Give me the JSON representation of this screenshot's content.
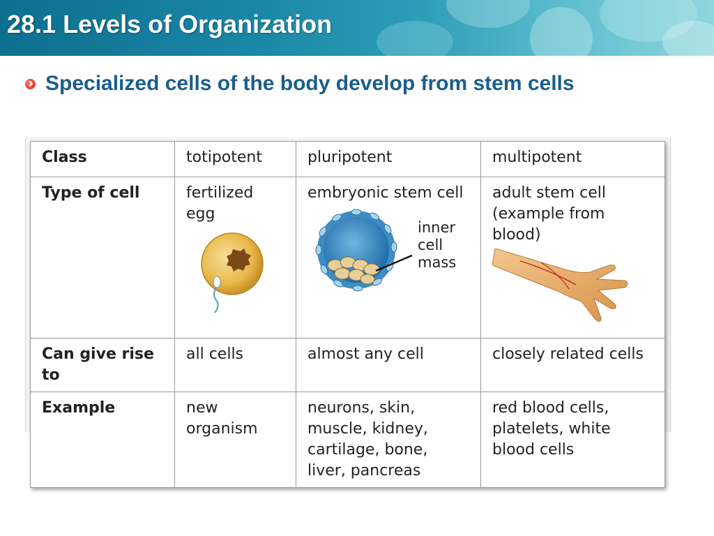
{
  "header": {
    "title": "28.1 Levels of Organization"
  },
  "subtitle": {
    "text": "Specialized cells of the body develop from stem cells"
  },
  "table": {
    "class": {
      "label": "Class",
      "values": [
        "totipotent",
        "pluripotent",
        "multipotent"
      ]
    },
    "type_of_cell": {
      "label": "Type of cell",
      "values": [
        "fertilized egg",
        "embryonic stem cell",
        "adult stem cell (example from blood)"
      ],
      "inner_cell_mass_label": [
        "inner",
        "cell",
        "mass"
      ]
    },
    "can_give_rise_to": {
      "label": "Can give rise to",
      "values": [
        "all cells",
        "almost any cell",
        "closely related cells"
      ]
    },
    "example": {
      "label": "Example",
      "values": [
        "new organism",
        "neurons, skin, muscle, kidney, cartilage, bone, liver, pancreas",
        "red blood cells, platelets, white blood cells"
      ]
    }
  },
  "colors": {
    "header": "#1a86a6",
    "subtitle": "#1a5e8c",
    "bullet": "#d0281c"
  },
  "icons": [
    "fertilized-egg-illustration",
    "blastocyst-illustration",
    "arm-illustration"
  ]
}
